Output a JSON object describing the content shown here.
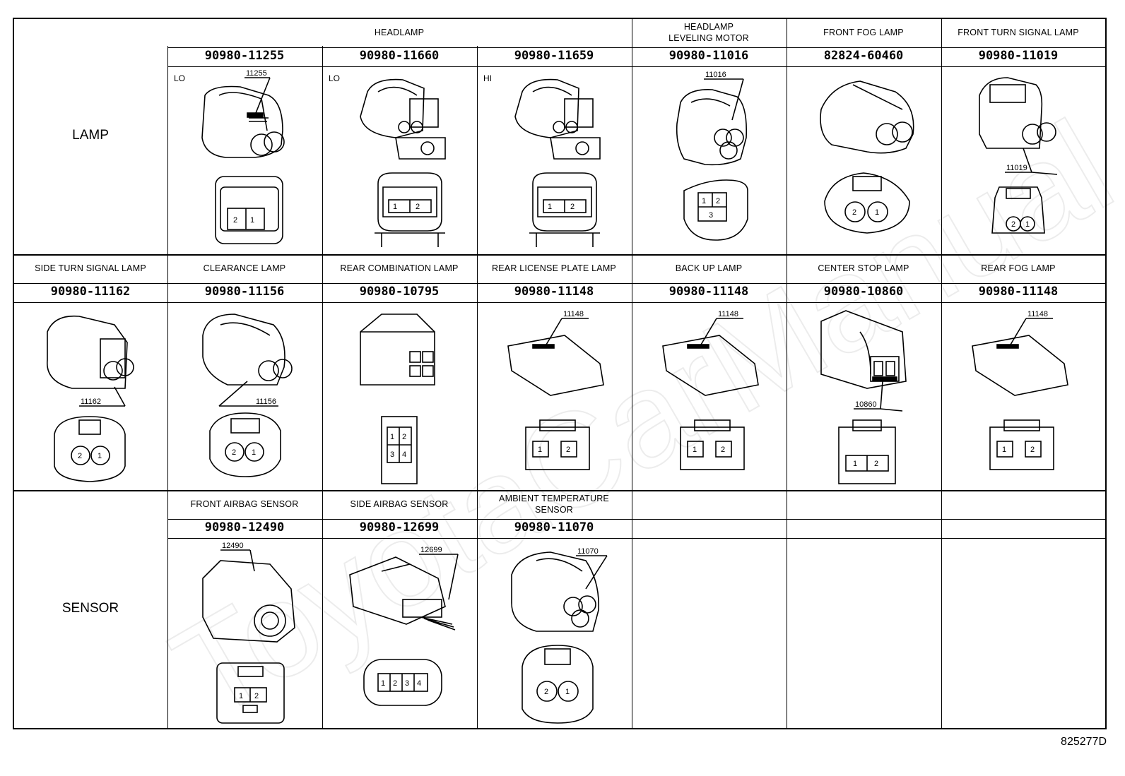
{
  "categories": {
    "lamp": "LAMP",
    "sensor": "SENSOR"
  },
  "row1": {
    "headers": {
      "headlamp": "HEADLAMP",
      "leveling_line1": "HEADLAMP",
      "leveling_line2": "LEVELING MOTOR",
      "front_fog": "FRONT FOG LAMP",
      "front_turn": "FRONT TURN SIGNAL LAMP"
    },
    "parts": [
      "90980-11255",
      "90980-11660",
      "90980-11659",
      "90980-11016",
      "82824-60460",
      "90980-11019"
    ],
    "tags": [
      "LO",
      "LO",
      "HI"
    ],
    "callouts": [
      "11255",
      "11016",
      "11019"
    ]
  },
  "row2": {
    "headers": [
      "SIDE TURN SIGNAL LAMP",
      "CLEARANCE LAMP",
      "REAR COMBINATION LAMP",
      "REAR LICENSE PLATE LAMP",
      "BACK UP LAMP",
      "CENTER STOP LAMP",
      "REAR FOG LAMP"
    ],
    "parts": [
      "90980-11162",
      "90980-11156",
      "90980-10795",
      "90980-11148",
      "90980-11148",
      "90980-10860",
      "90980-11148"
    ],
    "callouts": [
      "11162",
      "11156",
      "11148",
      "11148",
      "10860",
      "11148"
    ]
  },
  "row3": {
    "headers": {
      "front_airbag": "FRONT AIRBAG SENSOR",
      "side_airbag": "SIDE AIRBAG SENSOR",
      "ambient_line1": "AMBIENT TEMPERATURE",
      "ambient_line2": "SENSOR"
    },
    "parts": [
      "90980-12490",
      "90980-12699",
      "90980-11070"
    ],
    "callouts": [
      "12490",
      "12699",
      "11070"
    ]
  },
  "pins": {
    "p1": "1",
    "p2": "2",
    "p3": "3",
    "p4": "4"
  },
  "doc_id": "825277D"
}
